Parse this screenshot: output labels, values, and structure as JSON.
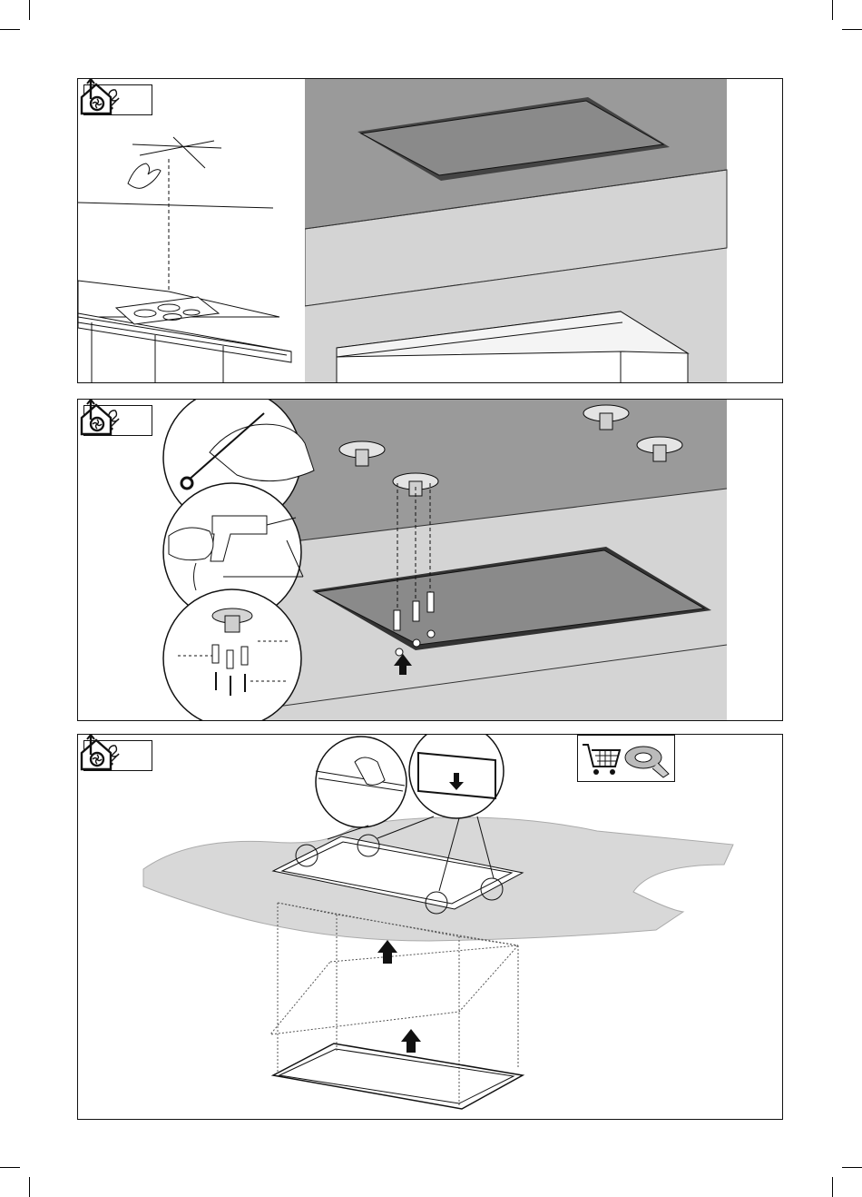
{
  "page": {
    "background": "#ffffff",
    "line_color": "#111111",
    "ceiling_gray": "#9a9a9a",
    "wall_gray": "#d4d4d4",
    "light_gray": "#e2e2e2"
  },
  "icons": {
    "tools": "wrench-screwdriver-icon",
    "ventilation": "house-fan-exhaust-icon",
    "cart": "shopping-cart-icon",
    "tape": "adhesive-tape-roll-icon",
    "arrow": "up-arrow-icon"
  },
  "panels": [
    {
      "step": "measure-ceiling-position"
    },
    {
      "step": "mark-drill-mount"
    },
    {
      "step": "install-frame-in-ceiling"
    }
  ]
}
